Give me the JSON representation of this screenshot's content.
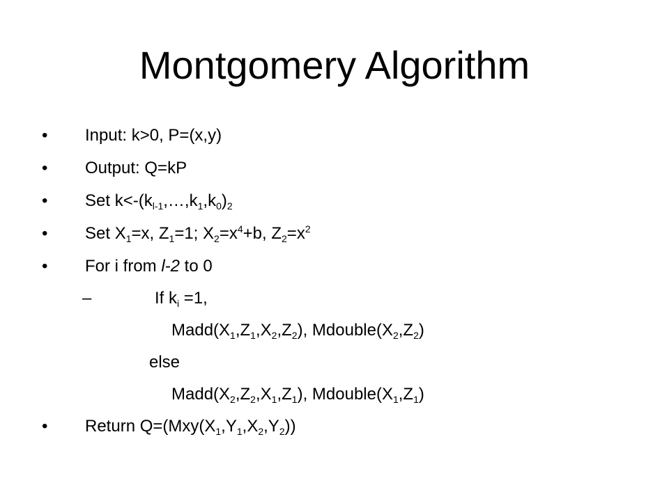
{
  "slide": {
    "title": "Montgomery Algorithm",
    "bullet_glyph": "•",
    "dash_glyph": "–",
    "lines": {
      "input": "Input: k>0, P=(x,y)",
      "output": "Output: Q=kP",
      "setk": {
        "pre": "Set k<-(k",
        "sub1": "l-1",
        "mid1": ",…,k",
        "sub2": "1",
        "mid2": ",k",
        "sub3": "0",
        "mid3": ")",
        "sub4": "2"
      },
      "setx": {
        "t1": "Set X",
        "s1": "1",
        "t2": "=x, Z",
        "s2": "1",
        "t3": "=1; X",
        "s3": "2",
        "t4": "=x",
        "p4": "4",
        "t5": "+b, Z",
        "s5": "2",
        "t6": "=x",
        "p6": "2"
      },
      "for": {
        "t1": "For i from ",
        "it": "l-2",
        "t2": " to 0"
      },
      "if": {
        "t1": "If k",
        "s1": "i",
        "t2": " =1,"
      },
      "madd1": {
        "t1": "Madd(X",
        "s1": "1",
        "t2": ",Z",
        "s2": "1",
        "t3": ",X",
        "s3": "2",
        "t4": ",Z",
        "s4": "2",
        "t5": "), Mdouble(X",
        "s5": "2",
        "t6": ",Z",
        "s6": "2",
        "t7": ")"
      },
      "else": "else",
      "madd2": {
        "t1": "Madd(X",
        "s1": "2",
        "t2": ",Z",
        "s2": "2",
        "t3": ",X",
        "s3": "1",
        "t4": ",Z",
        "s4": "1",
        "t5": "), Mdouble(X",
        "s5": "1",
        "t6": ",Z",
        "s6": "1",
        "t7": ")"
      },
      "return": {
        "t1": "Return Q=(Mxy(X",
        "s1": "1",
        "t2": ",Y",
        "s2": "1",
        "t3": ",X",
        "s3": "2",
        "t4": ",Y",
        "s4": "2",
        "t5": "))"
      }
    }
  }
}
